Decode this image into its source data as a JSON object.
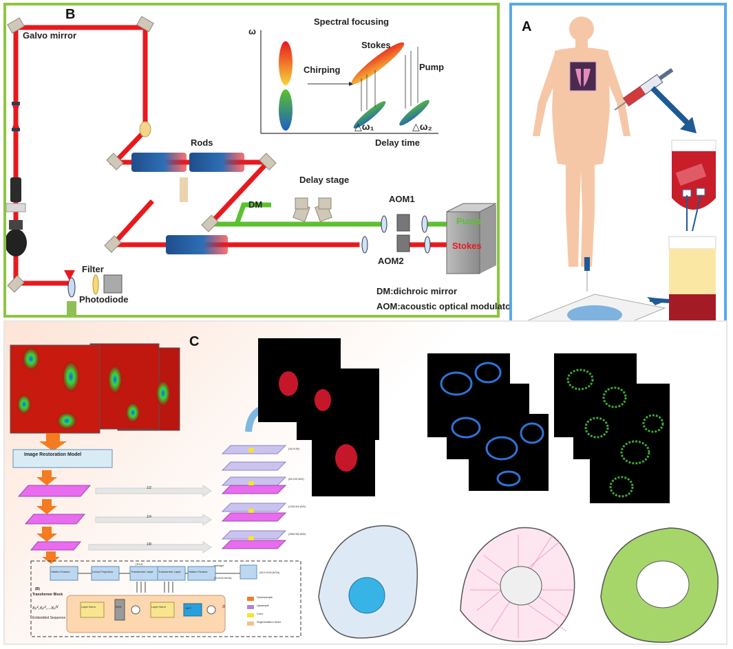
{
  "panels": {
    "b": "B",
    "a": "A",
    "c": "C"
  },
  "setup": {
    "galvo": "Galvo mirror",
    "rods": "Rods",
    "dm": "DM",
    "delay_stage": "Delay stage",
    "aom1": "AOM1",
    "aom2": "AOM2",
    "pump": "Pump",
    "stokes": "Stokes",
    "filter": "Filter",
    "photodiode": "Photodiode",
    "legend_dm": "DM:dichroic mirror",
    "legend_aom": "AOM:acoustic optical modulator"
  },
  "spectral": {
    "title": "Spectral focusing",
    "y_axis": "ω",
    "x_axis": "Delay time",
    "chirping": "Chirping",
    "stokes": "Stokes",
    "pump": "Pump",
    "d_omega1": "△ω₁",
    "d_omega2": "△ω₂"
  },
  "model": {
    "title": "Image Restoration Model",
    "scale_labels": [
      "1/2",
      "1/4",
      "1/8"
    ],
    "dec_labels": [
      "(16,H,W)",
      "(64,H/2,W/2)",
      "(128,H/4,W/4)",
      "(256,H/8,W/8)",
      "(512,H/16,W/16)",
      "(D,H/16,W/16)"
    ],
    "reshape": "reshape",
    "tb_boxes": [
      "Hidden Feature",
      "Linear Projection",
      "Transformer Layer",
      "Transformer Layer",
      "Hidden Feature"
    ],
    "times": "(✕12)",
    "block_tag": "(B)",
    "block_title": "Transformer Block",
    "ln1": "Layer Norm",
    "msa": "MSA",
    "ln2": "Layer Norm",
    "mlp": "MLP",
    "embedded": "Embedded Sequence",
    "formula": "xₚ¹,xₚ²,...xₚᴺ",
    "zl": "Zl",
    "legend": [
      "Downsample",
      "Upsample",
      "Conv",
      "Segmentation head"
    ]
  },
  "colors": {
    "laser_red": "#e8191d",
    "laser_green": "#5cc12f",
    "panel_b_border": "#8cc63f",
    "panel_a_border": "#5aa9e6",
    "feature_magenta": "#e86bf0",
    "arrow_orange": "#f47b20"
  }
}
